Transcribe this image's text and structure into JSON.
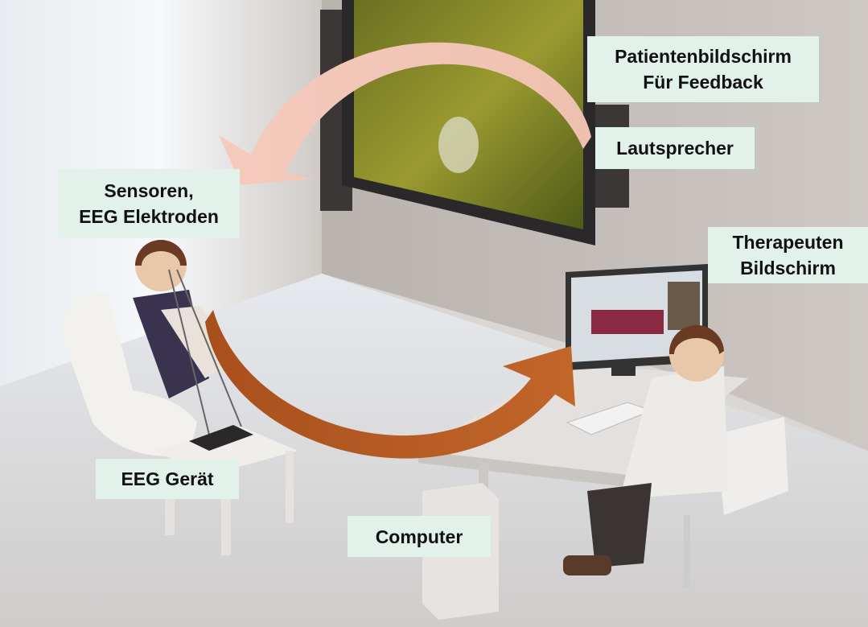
{
  "labels": {
    "patient_screen": [
      "Patientenbildschirm",
      "Für Feedback"
    ],
    "speaker": "Lautsprecher",
    "sensors": [
      "Sensoren,",
      "EEG Elektroden"
    ],
    "therapist_screen": [
      "Therapeuten",
      "Bildschirm"
    ],
    "eeg_device": "EEG Gerät",
    "computer": "Computer"
  },
  "colors": {
    "label_bg": "#e2f2ea",
    "arrow_feedback": "#f2c4b6",
    "arrow_signal": "#b8581f"
  }
}
